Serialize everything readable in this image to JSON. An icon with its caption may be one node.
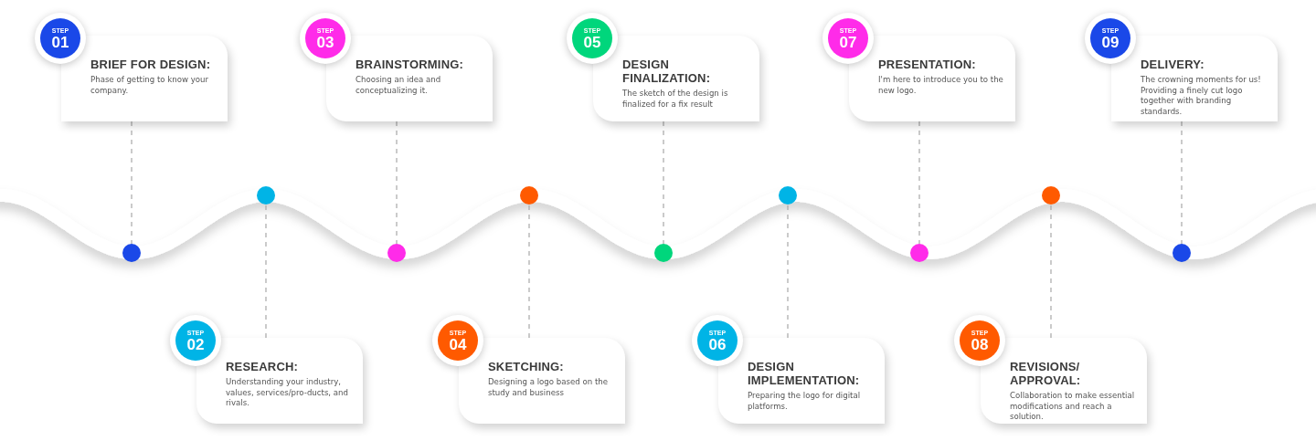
{
  "diagram": {
    "nodes": [
      {
        "text": [
          "STEP",
          "01"
        ]
      },
      {
        "text": [
          "BRIEF FOR DESIGN:",
          "Phase of getting to know your company."
        ]
      },
      {
        "text": [],
        "shape": "circle"
      },
      {
        "text": [
          "STEP",
          "02"
        ]
      },
      {
        "text": [
          "RESEARCH:",
          "Understanding your industry, values, services/pro-ducts, and rivals."
        ]
      },
      {
        "text": [],
        "shape": "circle"
      },
      {
        "text": [
          "STEP",
          "03"
        ]
      },
      {
        "text": [
          "BRAINSTORMING:",
          "Choosing an idea and conceptualizing it."
        ]
      },
      {
        "text": [],
        "shape": "circle"
      },
      {
        "text": [
          "STEP",
          "04"
        ]
      },
      {
        "text": [
          "SKETCHING:",
          "Designing a logo based on the study and business"
        ]
      },
      {
        "text": [],
        "shape": "circle"
      },
      {
        "text": [
          "STEP",
          "05"
        ]
      },
      {
        "text": [
          "DESIGN FINALIZATION:",
          "The sketch of the design is finalized for a fix result"
        ]
      },
      {
        "text": [],
        "shape": "circle"
      },
      {
        "text": [
          "STEP",
          "06"
        ]
      },
      {
        "text": [
          "DESIGN IMPLEMENTATION:",
          "Preparing the logo for digital platforms."
        ]
      },
      {
        "text": [],
        "shape": "circle"
      },
      {
        "text": [
          "STEP",
          "07"
        ]
      },
      {
        "text": [
          "PRESENTATION:",
          "I'm here to introduce you to the new logo."
        ]
      },
      {
        "text": [],
        "shape": "circle"
      },
      {
        "text": [
          "STEP",
          "08"
        ]
      },
      {
        "text": [
          "REVISIONS/ APPROVAL:",
          "Collaboration to make essential modifications and reach a solution."
        ]
      },
      {
        "text": [],
        "shape": "circle"
      },
      {
        "text": [
          "STEP",
          "09"
        ]
      },
      {
        "text": [
          "DELIVERY:",
          "The crowning moments for us! Providing a finely cut logo together with branding standards."
        ]
      },
      {
        "text": [],
        "shape": "circle"
      }
    ],
    "edges": [
      {
        "from": 1,
        "to": 2,
        "arrow": "none",
        "style": "dashed"
      },
      {
        "from": 4,
        "to": 5,
        "arrow": "none",
        "style": "dashed"
      },
      {
        "from": 7,
        "to": 8,
        "arrow": "none",
        "style": "dashed"
      },
      {
        "from": 10,
        "to": 11,
        "arrow": "none",
        "style": "dashed"
      },
      {
        "from": 13,
        "to": 14,
        "arrow": "none",
        "style": "dashed"
      },
      {
        "from": 16,
        "to": 17,
        "arrow": "none",
        "style": "dashed"
      },
      {
        "from": 19,
        "to": 20,
        "arrow": "none",
        "style": "dashed"
      },
      {
        "from": 22,
        "to": 23,
        "arrow": "none",
        "style": "dashed"
      },
      {
        "from": 25,
        "to": 26,
        "arrow": "none",
        "style": "dashed"
      }
    ]
  }
}
